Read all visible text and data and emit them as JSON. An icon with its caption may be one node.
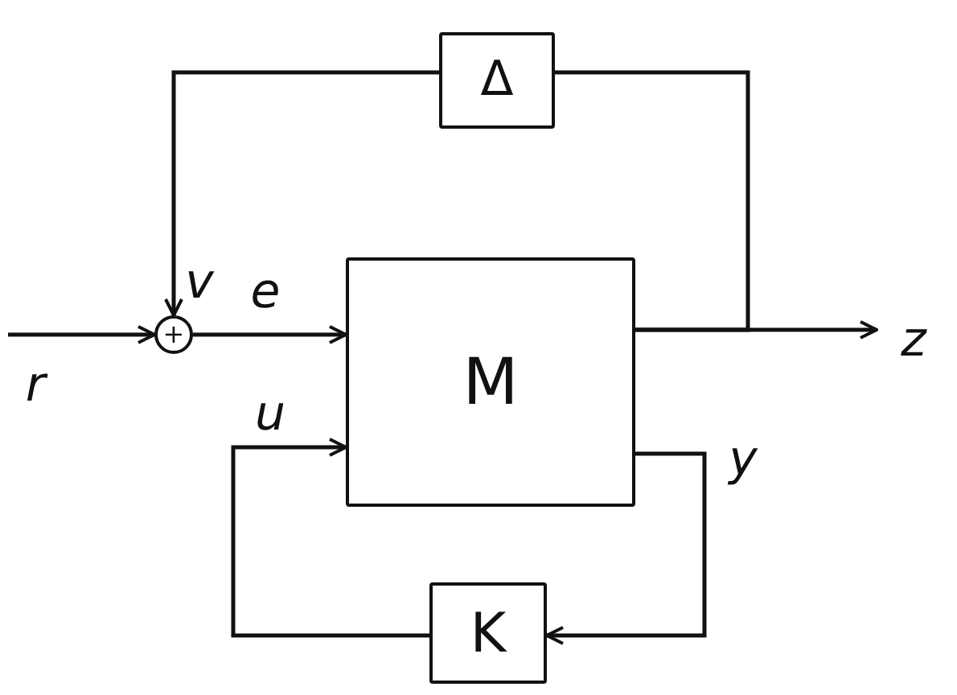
{
  "diagram": {
    "nodes": [
      {
        "text": [
          "Δ"
        ]
      },
      {
        "text": [
          "M"
        ]
      },
      {
        "text": [
          "K"
        ]
      },
      {
        "text": [
          "+"
        ]
      }
    ],
    "edges": [
      {
        "from": null,
        "to": 3,
        "arrow": "to",
        "label": "r"
      },
      {
        "from": 3,
        "to": 1,
        "arrow": "to",
        "label": "e"
      },
      {
        "from": 1,
        "to": null,
        "arrow": "to",
        "label": "z"
      },
      {
        "from": 1,
        "to": 0,
        "arrow": "none"
      },
      {
        "from": 0,
        "to": 3,
        "arrow": "to",
        "label": "v"
      },
      {
        "from": 1,
        "to": 2,
        "arrow": "to",
        "label": "y"
      },
      {
        "from": 2,
        "to": 1,
        "arrow": "to",
        "label": "u"
      }
    ]
  }
}
